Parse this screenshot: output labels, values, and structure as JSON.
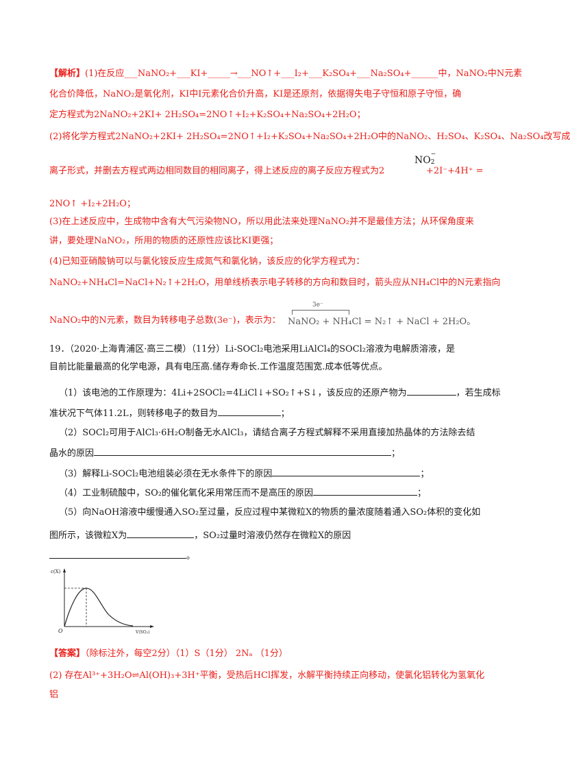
{
  "analysis": {
    "label": "【解析】",
    "l1": "(1)在反应___NaNO₂+___KI+_____→___NO↑+___I₂+___K₂SO₄+___Na₂SO₄+______中，NaNO₂中N元素",
    "l2": "化合价降低，NaNO₂是氧化剂，KI中I元素化合价升高，KI是还原剂，依据得失电子守恒和原子守恒，确",
    "l3": "定方程式为2NaNO₂+2KI+ 2H₂SO₄=2NO↑+I₂+K₂SO₄+Na₂SO₄+2H₂O；",
    "l4": "(2)将化学方程式2NaNO₂+2KI+ 2H₂SO₄=2NO↑+I₂+K₂SO₄+Na₂SO₄+2H₂O中的NaNO₂、H₂SO₄、K₂SO₄、Na₂SO₄改写成",
    "l5a": "离子形式，并删去方程式两边相同数目的相同离子，得上述反应的离子反应方程式为2",
    "no2_main": "NO",
    "no2_sub": "2",
    "no2_sup": "−",
    "l5b": "+2I⁻+4H⁺ =",
    "l6": "2NO↑ +I₂+2H₂O；",
    "l7": "(3)在上述反应中，生成物中含有大气污染物NO，所以用此法来处理NaNO₂并不是最佳方法；从环保角度来",
    "l8": "讲，要处理NaNO₂，所用的物质的还原性应该比KI更强；",
    "l9": "(4)已知亚硝酸钠可以与氯化铵反应生成氮气和氯化钠，该反应的化学方程式为：",
    "l10": "NaNO₂+NH₄Cl=NaCl+N₂↑+2H₂O，用单线桥表示电子转移的方向和数目时，箭头应从NH₄Cl中的N元素指向",
    "l11": "NaNO₂中的N元素，数目为转移电子总数(3e⁻)，表示为：",
    "chem_label": "3e⁻",
    "chem_eq": "NaNO₂ + NH₄Cl = N₂↑ + NaCl + 2H₂O。"
  },
  "question": {
    "q1": "19．（2020·上海青浦区·高三二模）（11分）Li-SOCl₂电池采用LiAlCl₄的SOCl₂溶液为电解质溶液，是",
    "q2": "目前比能量最高的化学电源，具有电压高.储存寿命长.工作温度范围宽.成本低等优点。",
    "p1a": "（1）该电池的工作原理为：4Li+2SOCl₂=4LiCl↓+SO₂↑+S↓，该反应的还原产物为",
    "p1b": "，若生成标",
    "p1c": "准状况下气体11.2L，则转移电子的数目为",
    "p1d": "；",
    "p2a": "（2）SOCl₂可用于AlCl₃·6H₂O制备无水AlCl₃，请结合离子方程式解释不采用直接加热晶体的方法除去结",
    "p2b": "晶水的原因",
    "p2c": "；",
    "p3a": "（3）解释Li-SOCl₂电池组装必须在无水条件下的原因",
    "p3b": "；",
    "p4a": "（4）工业制硫酸中，SO₂的催化氧化采用常压而不是高压的原因",
    "p4b": "；",
    "p5a": "（5）向NaOH溶液中缓慢通入SO₂至过量，反应过程中某微粒X的物质的量浓度随着通入SO₂体积的变化如",
    "p5b": "图所示，该微粒X为",
    "p5c": "，SO₂过量时溶液仍然存在微粒X的原因",
    "p5d": "。"
  },
  "graph": {
    "y_label": "c(X)",
    "x_label": "V(SO₂)",
    "origin": "O"
  },
  "answer": {
    "label": "【答案】",
    "a1": "（除标注外，每空2分）（1）S（1分）      2Nₐ （1分）",
    "a2": "(2) 存在Al³⁺+3H₂O⇌Al(OH)₃+3H⁺平衡，受热后HCl挥发，水解平衡持续正向移动，使氯化铝转化为氢氧化",
    "a3": "铝"
  }
}
